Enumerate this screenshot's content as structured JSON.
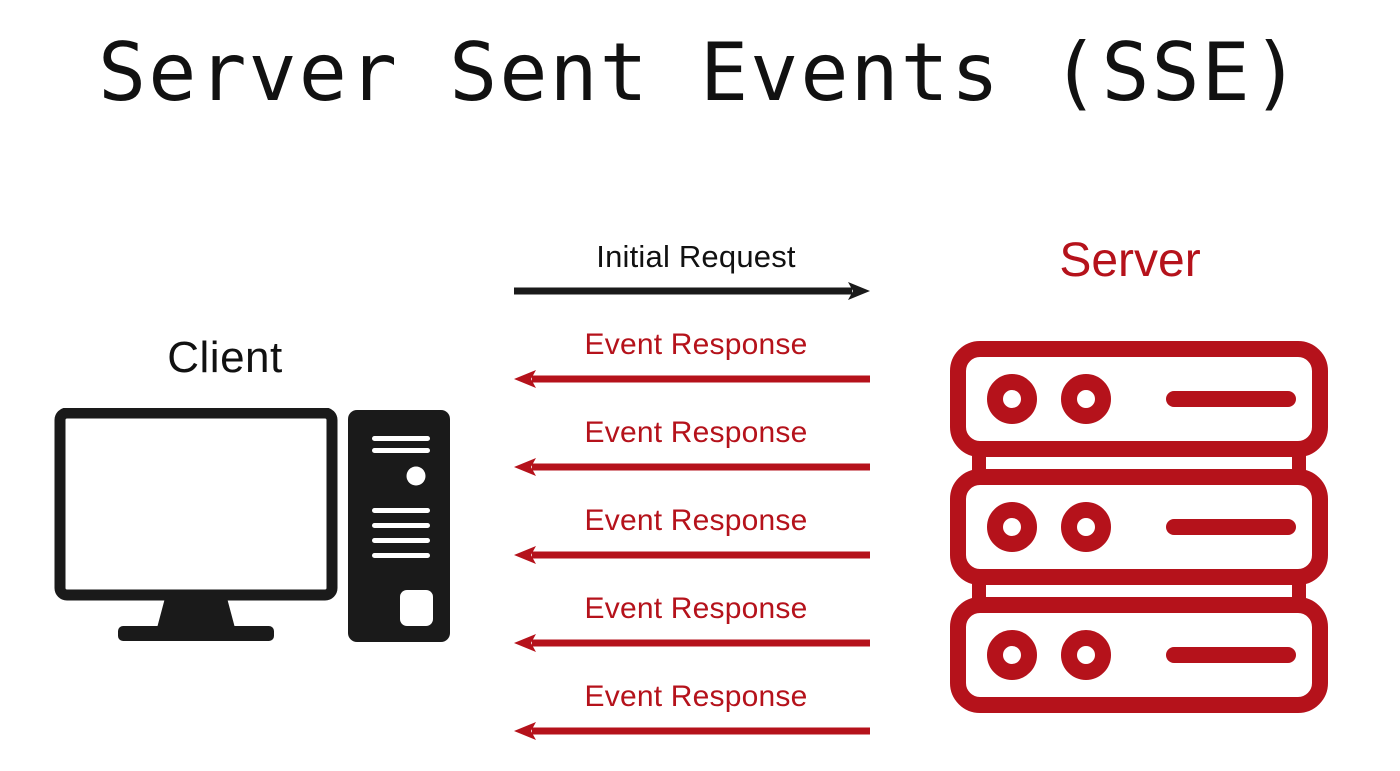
{
  "title": "Server Sent Events (SSE)",
  "colors": {
    "accent_red": "#B5121B",
    "ink_black": "#1A1A1A",
    "background": "#FFFFFF"
  },
  "client": {
    "label": "Client",
    "icon": "desktop-computer-icon",
    "parts": {
      "monitor": "monitor-icon",
      "tower": "computer-tower-icon",
      "power_button": "power-button-icon"
    }
  },
  "server": {
    "label": "Server",
    "icon": "server-rack-icon",
    "unit_count": 3,
    "leds_per_unit": 2
  },
  "flow": {
    "messages": [
      {
        "label": "Initial Request",
        "direction": "right",
        "color": "#1A1A1A",
        "kind": "request"
      },
      {
        "label": "Event Response",
        "direction": "left",
        "color": "#B5121B",
        "kind": "response"
      },
      {
        "label": "Event Response",
        "direction": "left",
        "color": "#B5121B",
        "kind": "response"
      },
      {
        "label": "Event Response",
        "direction": "left",
        "color": "#B5121B",
        "kind": "response"
      },
      {
        "label": "Event Response",
        "direction": "left",
        "color": "#B5121B",
        "kind": "response"
      },
      {
        "label": "Event Response",
        "direction": "left",
        "color": "#B5121B",
        "kind": "response"
      }
    ]
  }
}
